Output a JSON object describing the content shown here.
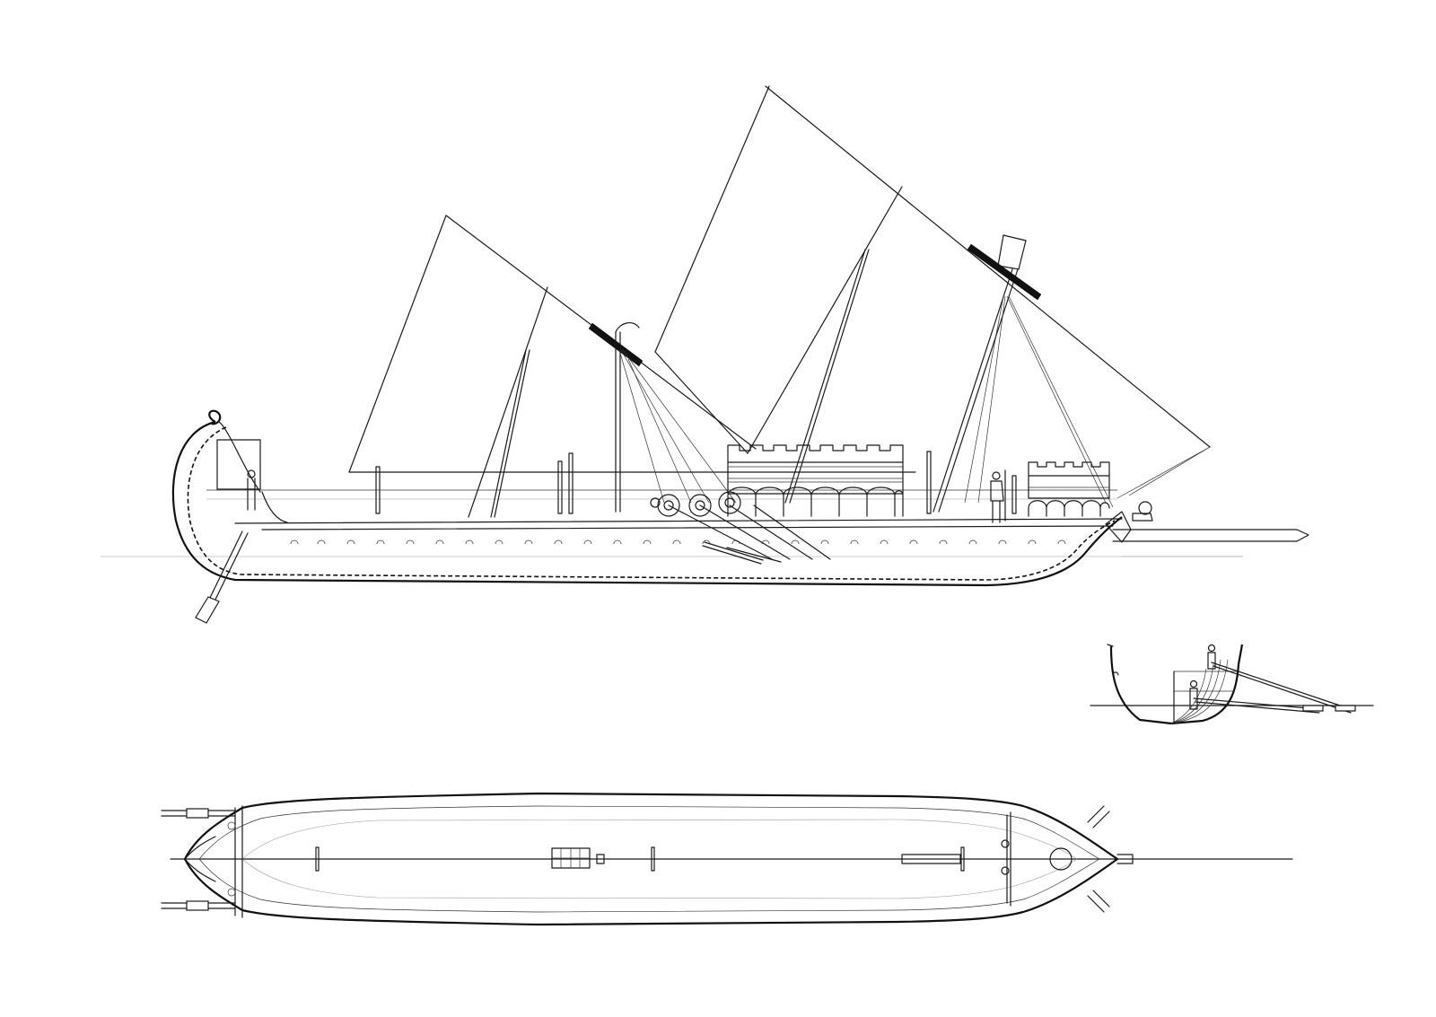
{
  "drawing": {
    "views": [
      "side-elevation",
      "cross-section",
      "plan-view"
    ],
    "line_color": "#1a1a1a",
    "background": "#ffffff"
  }
}
